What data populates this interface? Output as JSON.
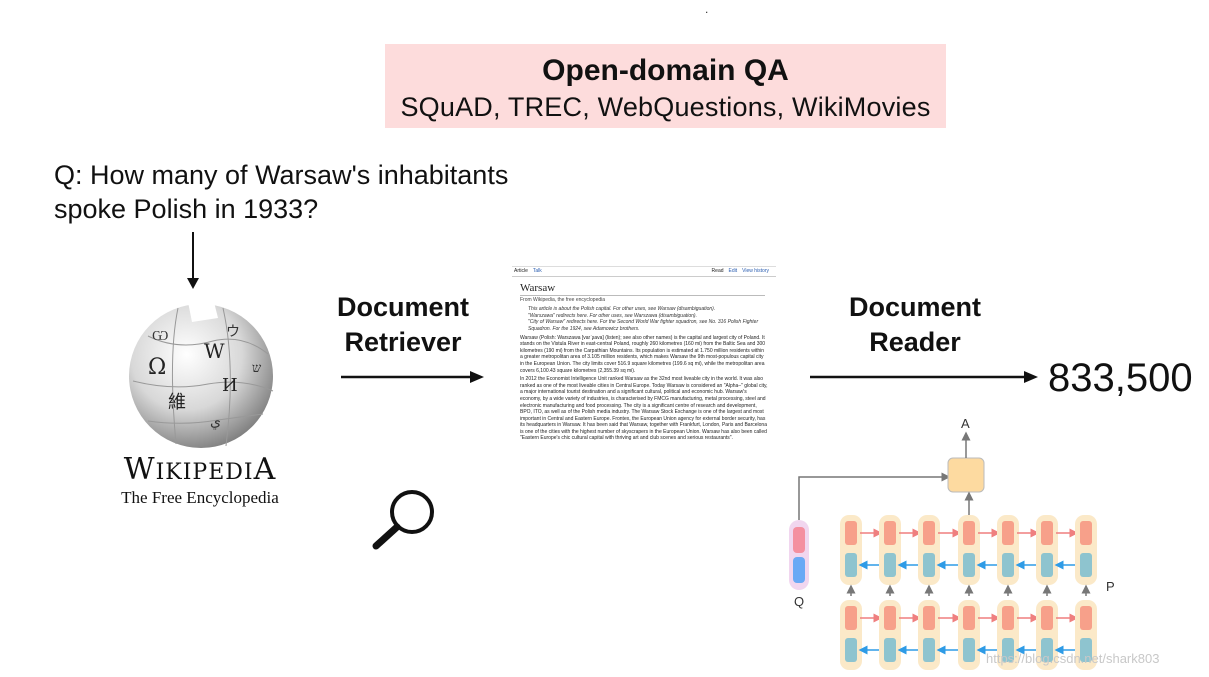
{
  "header": {
    "title": "Open-domain QA",
    "datasets": "SQuAD, TREC, WebQuestions, WikiMovies"
  },
  "top_mark": ".",
  "question": "Q:  How many of Warsaw's inhabitants\nspoke Polish in 1933?",
  "wikipedia": {
    "name_initial_w": "W",
    "name_mid": "IKIPEDI",
    "name_final_a": "A",
    "tagline": "The Free Encyclopedia",
    "globe_glyphs": [
      "Ω",
      "W",
      "И",
      "維",
      "ウ",
      "Ѡ",
      "ש",
      "ي"
    ]
  },
  "retriever": {
    "line1": "Document",
    "line2": "Retriever"
  },
  "reader": {
    "line1": "Document",
    "line2": "Reader"
  },
  "answer": "833,500",
  "document": {
    "tab_article": "Article",
    "tab_talk": "Talk",
    "tab_read": "Read",
    "tab_edit": "Edit",
    "tab_history": "View history",
    "heading": "Warsaw",
    "from_line": "From Wikipedia, the free encyclopedia",
    "hatnote1": "This article is about the Polish capital. For other uses, see Warsaw (disambiguation).",
    "hatnote2": "\"Warszawa\" redirects here. For other uses, see Warszawa (disambiguation).",
    "hatnote3": "\"City of Warsaw\" redirects here. For the Second World War fighter squadron, see No. 316 Polish Fighter Squadron. For the 1924, see Adamowicz brothers.",
    "para1": "Warsaw (Polish: Warszawa [varˈʂava] (listen); see also other names) is the capital and largest city of Poland. It stands on the Vistula River in east-central Poland, roughly 260 kilometres (160 mi) from the Baltic Sea and 300 kilometres (190 mi) from the Carpathian Mountains. Its population is estimated at 1.750 million residents within a greater metropolitan area of 3.105 million residents, which makes Warsaw the 9th most-populous capital city in the European Union. The city limits cover 516.9 square kilometres (199.6 sq mi), while the metropolitan area covers 6,100.43 square kilometres (2,355.39 sq mi).",
    "para2": "In 2012 the Economist Intelligence Unit ranked Warsaw as the 32nd most liveable city in the world. It was also ranked as one of the most liveable cities in Central Europe. Today Warsaw is considered an \"Alpha–\" global city, a major international tourist destination and a significant cultural, political and economic hub. Warsaw's economy, by a wide variety of industries, is characterised by FMCG manufacturing, metal processing, steel and electronic manufacturing and food processing. The city is a significant centre of research and development, BPO, ITO, as well as of the Polish media industry. The Warsaw Stock Exchange is one of the largest and most important in Central and Eastern Europe. Frontex, the European Union agency for external border security, has its headquarters in Warsaw. It has been said that Warsaw, together with Frankfurt, London, Paris and Barcelona is one of the cities with the highest number of skyscrapers in the European Union. Warsaw has also been called \"Eastern Europe's chic cultural capital with thriving art and club scenes and serious restaurants\"."
  },
  "model_diagram": {
    "label_answer": "A",
    "label_question": "Q",
    "label_passage": "P",
    "colors": {
      "pink_cell": "#f7a08a",
      "teal_cell": "#8ec4cf",
      "capsule": "#fbe9c8",
      "answer_box": "#fddaa0",
      "q_capsule": "#f1d6ef",
      "q_pink": "#f48fa0",
      "q_blue": "#6aa9f5",
      "fwd_arrow": "#ef7f7f",
      "bwd_arrow": "#2e9be6",
      "up_arrow": "#777777"
    }
  },
  "watermark": "https://blog.csdn.net/shark803"
}
